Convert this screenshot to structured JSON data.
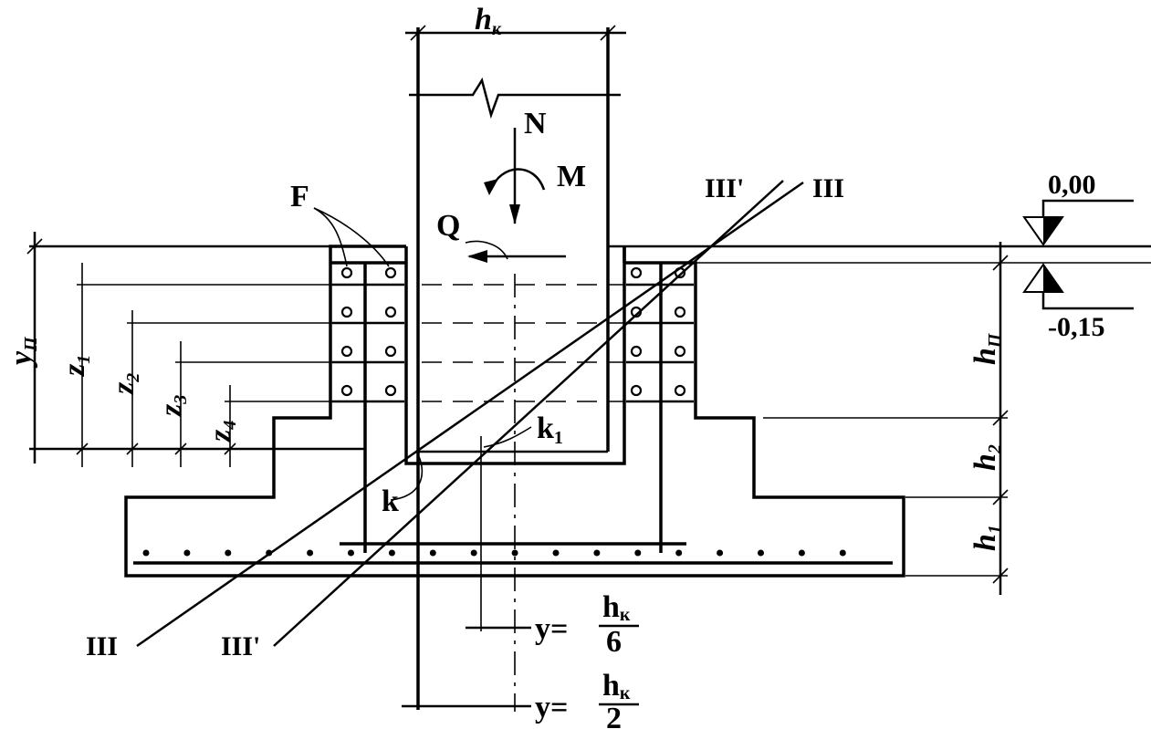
{
  "labels": {
    "column_width": "h",
    "column_width_sub": "к",
    "axial_force": "N",
    "moment": "M",
    "shear": "Q",
    "reinforcement": "F",
    "section_left_bottom": "III",
    "section_left_bottom_prime": "III'",
    "section_top_right": "III",
    "section_top_right_prime": "III'",
    "point_k": "k",
    "point_k1": "k",
    "point_k1_sub": "1",
    "level_top": "0,00",
    "level_bottom": "-0,15",
    "socket_depth": "h",
    "socket_depth_sub": "П",
    "step_2": "h",
    "step_2_sub": "2",
    "step_1": "h",
    "step_1_sub": "1",
    "y_label": "y",
    "y_label_sub": "П",
    "z1": "z",
    "z1_sub": "1",
    "z2": "z",
    "z2_sub": "2",
    "z3": "z",
    "z3_sub": "3",
    "z4": "z",
    "z4_sub": "4",
    "ecc1_lhs": "y=",
    "ecc1_num": "h",
    "ecc1_num_sub": "к",
    "ecc1_den": "6",
    "ecc2_lhs": "y=",
    "ecc2_num": "h",
    "ecc2_num_sub": "к",
    "ecc2_den": "2"
  }
}
